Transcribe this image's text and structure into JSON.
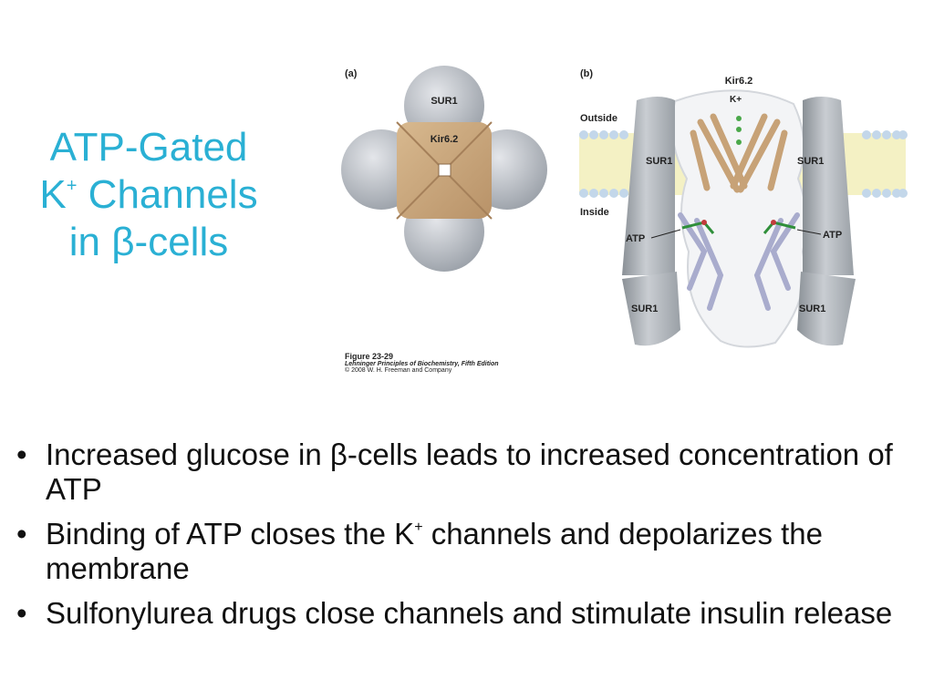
{
  "title": {
    "line1": "ATP-Gated",
    "line2_pre": "K",
    "line2_sup": "+",
    "line2_post": " Channels",
    "line3": "in β-cells"
  },
  "figure": {
    "panel_a": {
      "label": "(a)",
      "top_subunit": "SUR1",
      "center": "Kir6.2"
    },
    "panel_b": {
      "label": "(b)",
      "kir": "Kir6.2",
      "k_ion": "K+",
      "outside": "Outside",
      "inside": "Inside",
      "sur1_upper_left": "SUR1",
      "sur1_upper_right": "SUR1",
      "sur1_lower_left": "SUR1",
      "sur1_lower_right": "SUR1",
      "atp_left": "ATP",
      "atp_right": "ATP"
    },
    "caption": {
      "figure": "Figure 23-29",
      "book": "Lehninger Principles of Biochemistry, Fifth Edition",
      "copyright": "© 2008 W. H. Freeman and Company"
    }
  },
  "bullets": [
    {
      "pre": "Increased glucose in β-cells leads to increased concentration of ATP",
      "sup": "",
      "post": ""
    },
    {
      "pre": "Binding of ATP closes the K",
      "sup": "+",
      "post": " channels and depolarizes the membrane"
    },
    {
      "pre": "Sulfonylurea drugs close channels and stimulate insulin release",
      "sup": "",
      "post": ""
    }
  ]
}
